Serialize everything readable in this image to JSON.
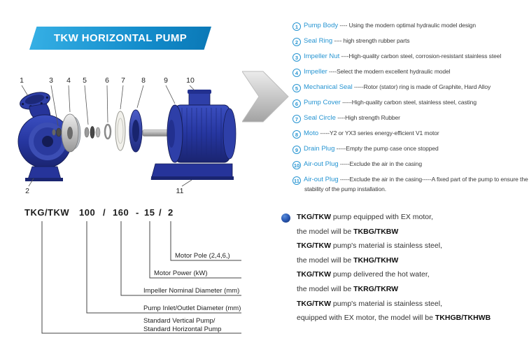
{
  "banner": {
    "title": "TKW HORIZONTAL PUMP"
  },
  "diagram": {
    "top_labels": [
      "1",
      "3",
      "4",
      "5",
      "6",
      "7",
      "8",
      "9",
      "10"
    ],
    "bottom_labels": [
      "2",
      "11"
    ]
  },
  "parts": [
    {
      "num": "1",
      "name": "Pump Body",
      "desc": " ---- Using the modern optimal hydraulic model design"
    },
    {
      "num": "2",
      "name": "Seal Ring",
      "desc": " ---- high strength rubber parts"
    },
    {
      "num": "3",
      "name": "Impeller Nut",
      "desc": " ----High-quality carbon steel, corrosion-resistant stainless steel"
    },
    {
      "num": "4",
      "name": "Impeller",
      "desc": " ----Select the modern excellent hydraulic model"
    },
    {
      "num": "5",
      "name": "Mechanical Seal",
      "desc": " -----Rotor (stator) ring is made of Graphite, Hard Alloy"
    },
    {
      "num": "6",
      "name": "Pump Cover",
      "desc": " -----High-quality carbon steel, stainless steel, casting"
    },
    {
      "num": "7",
      "name": "Seal Circle",
      "desc": " ----High strength Rubber"
    },
    {
      "num": "8",
      "name": "Moto",
      "desc": " -----Y2 or YX3 series energy-efficient V1 motor"
    },
    {
      "num": "9",
      "name": "Drain Plug",
      "desc": " -----Empty the pump case once stopped"
    },
    {
      "num": "10",
      "name": "Air-out Plug",
      "desc": " -----Exclude the air in the casing"
    },
    {
      "num": "11",
      "name": "Air-out Plug",
      "desc": " -----Exclude the air in the casing-----A fixed part of the pump to ensure the stability of the pump installation."
    }
  ],
  "model_code": {
    "segments": [
      "TKG/TKW",
      "100",
      "/",
      "160",
      "-",
      "15",
      "/",
      "2"
    ],
    "callouts": [
      {
        "label": "Motor Pole (2,4,6,)"
      },
      {
        "label": "Motor Power (kW)"
      },
      {
        "label": "Impeller Nominal Diameter (mm)"
      },
      {
        "label": "Pump Inlet/Outlet Diameter (mm)"
      },
      {
        "label": "Standard Vertical Pump/",
        "label2": "Standard Horizontal Pump"
      }
    ]
  },
  "notes": {
    "lines": [
      {
        "bold_prefix": "TKG/TKW",
        "text": " pump equipped with EX motor,"
      },
      {
        "text": "the model will be ",
        "bold_suffix": "TKBG/TKBW"
      },
      {
        "bold_prefix": "TKG/TKW",
        "text": " pump's material is stainless steel,"
      },
      {
        "text": "the model will be ",
        "bold_suffix": "TKHG/TKHW"
      },
      {
        "bold_prefix": "TKG/TKW",
        "text": " pump delivered the hot water,"
      },
      {
        "text": "the model will be ",
        "bold_suffix": "TKRG/TKRW"
      },
      {
        "bold_prefix": "TKG/TKW",
        "text": " pump's material is stainless steel,"
      },
      {
        "text": "equipped with EX motor, the model will be ",
        "bold_suffix": "TKHGB/TKHWB"
      }
    ]
  },
  "colors": {
    "accent_blue": "#2795d2",
    "pump_dark_blue": "#26349a",
    "banner_blue": "#128bca"
  }
}
